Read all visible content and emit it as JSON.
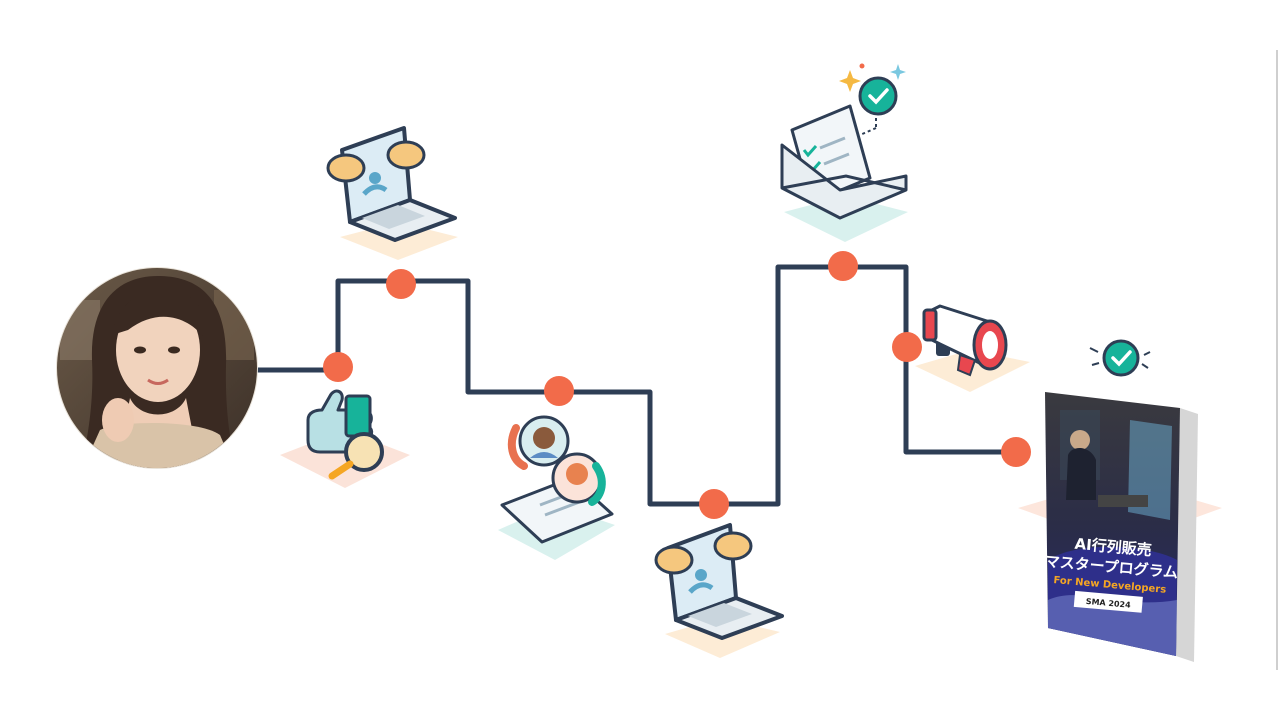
{
  "palette": {
    "path": "#2e3e55",
    "node": "#f26b4a",
    "accent_teal": "#17b39a",
    "bubble": "#f5c77e",
    "laptop_screen": "#dcecf5",
    "paper": "#f2f6f9",
    "shadow_peach": "#fbe3d9",
    "shadow_teal": "#d9f1ee",
    "megaphone_red": "#e8474f",
    "book_navy": "#2a2f6e"
  },
  "avatar": {
    "icon": "user-portrait"
  },
  "steps": [
    {
      "icon": "thumbs-up-magnifier-icon"
    },
    {
      "icon": "laptop-chat-icon"
    },
    {
      "icon": "contact-call-icon"
    },
    {
      "icon": "laptop-chat-icon"
    },
    {
      "icon": "email-checklist-icon"
    },
    {
      "icon": "megaphone-icon"
    },
    {
      "icon": "ebook-cover"
    }
  ],
  "book": {
    "title_line1": "AI行列販売",
    "title_line2": "マスタープログラム",
    "subtitle": "For New Developers",
    "badge": "SMA 2024"
  }
}
